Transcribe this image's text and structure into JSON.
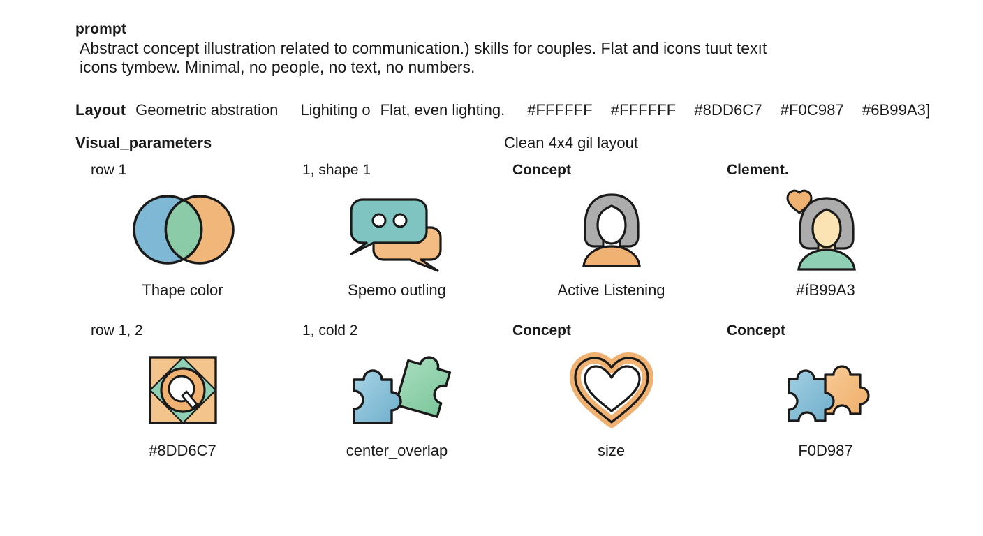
{
  "header": {
    "prompt_label": "prompt",
    "prompt_text": "Abstract concept illustration related to communication.) skills for couples. Flat and icons tuut texıt\nicons tymbew. Minimal, no people, no text, no numbers."
  },
  "meta": {
    "layout_label": "Layout",
    "layout_value": "Geometric abstration",
    "lighting_label": "Lighiting o",
    "lighting_value": "Flat, even lighting.",
    "colors": [
      "#FFFFFF",
      "#FFFFFF",
      "#8DD6C7",
      "#F0C987",
      "#6B99A3]"
    ]
  },
  "visual_parameters": {
    "label": "Visual_parameters",
    "value": "Clean 4x4 gil layout"
  },
  "palette": {
    "blue": "#7FB8D4",
    "blue_dark": "#6FAECB",
    "orange": "#F0B273",
    "orange_light": "#F3C48C",
    "green": "#8CCBA8",
    "green_soft": "#8FCFB4",
    "teal": "#7FC4C0",
    "grey": "#ACACAC",
    "cream": "#FBE3B4",
    "white": "#FFFFFF",
    "outline": "#1a1a1a"
  },
  "grid": {
    "cells": [
      {
        "title": "row 1",
        "caption": "Thape color",
        "icon": "venn-diagram-icon",
        "title_bold": false
      },
      {
        "title": "1, shape 1",
        "caption": "Spemo outling",
        "icon": "speech-bubbles-icon",
        "title_bold": false
      },
      {
        "title": "Concept",
        "caption": "Active Listening",
        "icon": "person-grey-icon",
        "title_bold": true
      },
      {
        "title": "Clement.",
        "caption": "#íB99A3",
        "icon": "person-heart-icon",
        "title_bold": true
      },
      {
        "title": "row 1, 2",
        "caption": "#8DD6C7",
        "icon": "square-circle-icon",
        "title_bold": false
      },
      {
        "title": "1, cold 2",
        "caption": "center_overlap",
        "icon": "puzzle-blue-green-icon",
        "title_bold": false
      },
      {
        "title": "Concept",
        "caption": "size",
        "icon": "heart-outline-icon",
        "title_bold": true
      },
      {
        "title": "Concept",
        "caption": "F0D987",
        "icon": "puzzle-blue-orange-icon",
        "title_bold": true
      }
    ]
  }
}
